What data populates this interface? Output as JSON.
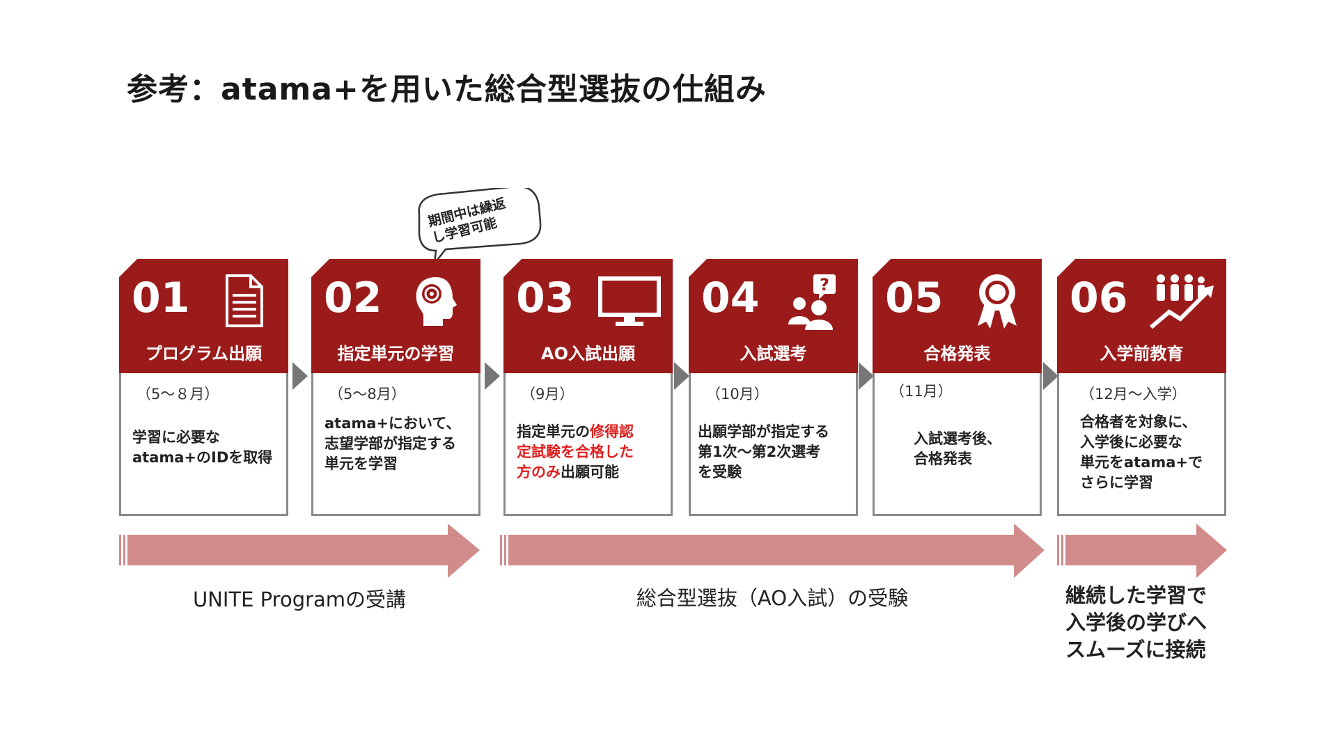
{
  "title": "参考：atama+を用いた総合型選抜の仕組み",
  "colors": {
    "accent": "#9b1b1b",
    "band": "#d28b8b",
    "highlight": "#e02020",
    "border": "#8a8a8a"
  },
  "bubble": {
    "line1": "期間中は繰返",
    "line2": "し学習可能"
  },
  "steps": [
    {
      "num": "01",
      "label": "プログラム出願",
      "period": "（5～８月）",
      "icon": "document-icon",
      "desc": [
        "学習に必要な",
        "atama+のIDを取得"
      ]
    },
    {
      "num": "02",
      "label": "指定単元の学習",
      "period": "（5～8月）",
      "icon": "brain-head-icon",
      "desc": [
        "atama+において、",
        "志望学部が指定する",
        "単元を学習"
      ]
    },
    {
      "num": "03",
      "label": "AO入試出願",
      "period": "（9月）",
      "icon": "monitor-icon",
      "desc_a": "指定単元の",
      "desc_b": "修得認",
      "desc_c": "定試験を合格した",
      "desc_d": "方のみ",
      "desc_e": "出願可能"
    },
    {
      "num": "04",
      "label": "入試選考",
      "period": "（10月）",
      "icon": "interview-icon",
      "desc": [
        "出願学部が指定する",
        "第1次～第2次選考",
        "を受験"
      ]
    },
    {
      "num": "05",
      "label": "合格発表",
      "period": "（11月）",
      "icon": "award-ribbon-icon",
      "desc": [
        "入試選考後、",
        "合格発表"
      ]
    },
    {
      "num": "06",
      "label": "入学前教育",
      "period": "（12月～入学）",
      "icon": "growth-people-icon",
      "desc": [
        "合格者を対象に、",
        "入学後に必要な",
        "単元をatama+で",
        "さらに学習"
      ]
    }
  ],
  "bands": [
    {
      "label": "UNITE Programの受講"
    },
    {
      "label": "総合型選抜（AO入試）の受験"
    },
    {
      "lines": [
        "継続した学習で",
        "入学後の学びへ",
        "スムーズに接続"
      ]
    }
  ]
}
